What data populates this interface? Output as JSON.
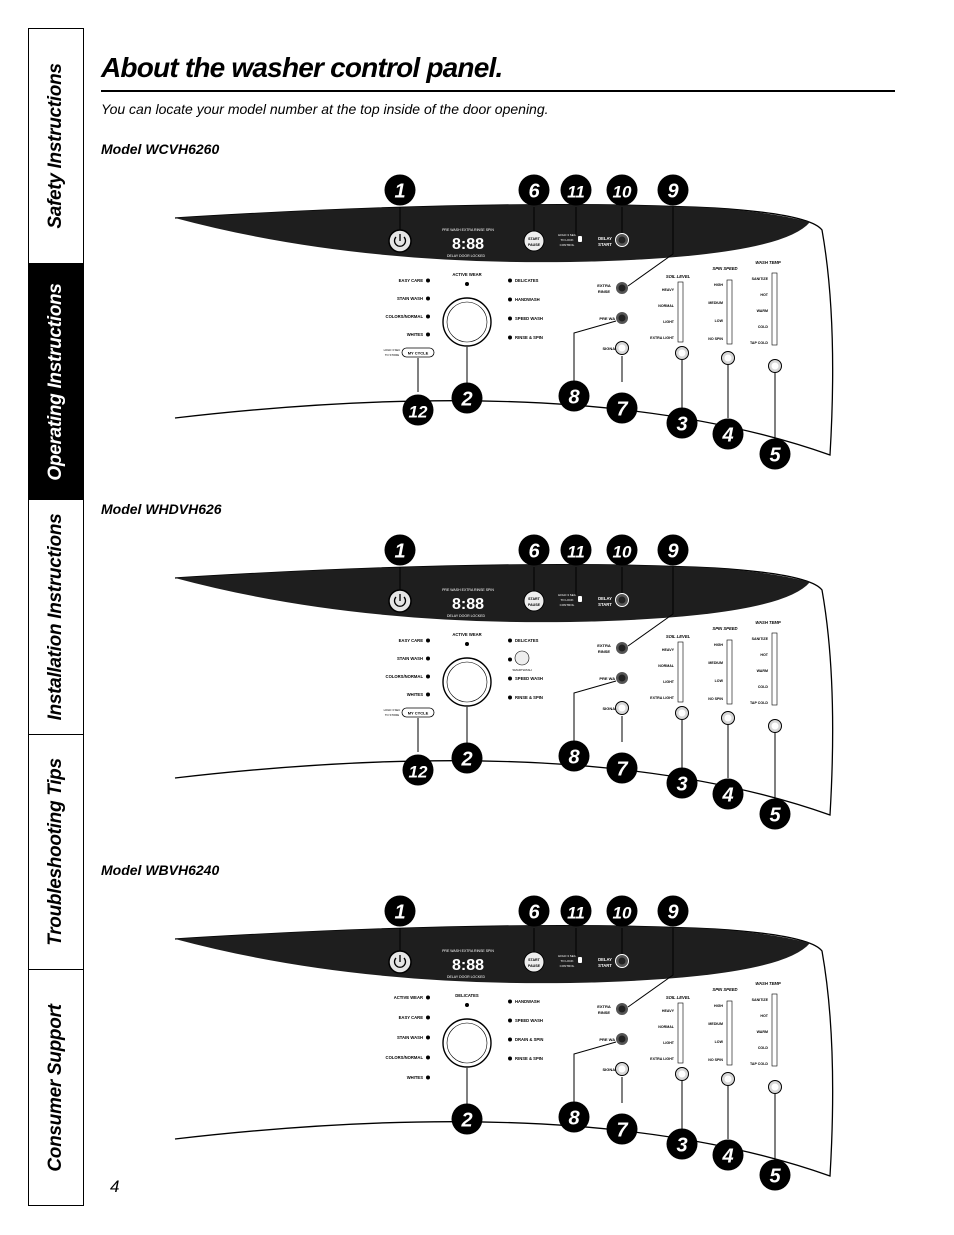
{
  "tabs": [
    {
      "label": "Safety Instructions",
      "active": false
    },
    {
      "label": "Operating Instructions",
      "active": true
    },
    {
      "label": "Installation Instructions",
      "active": false
    },
    {
      "label": "Troubleshooting Tips",
      "active": false
    },
    {
      "label": "Consumer Support",
      "active": false
    }
  ],
  "title": "About the washer control panel.",
  "intro": "You can locate your model number at the top inside of the door opening.",
  "page_number": "4",
  "display": {
    "digits": "8:88",
    "top_text": "PRE WASH EXTRA RINSE SPIN",
    "bottom_text": "DELAY DOOR LOCKED"
  },
  "controls": {
    "start": [
      "START",
      "PAUSE"
    ],
    "lock_hint": [
      "HOLD 3 SEC",
      "TO LOCK",
      "CONTROL"
    ],
    "delay": [
      "DELAY",
      "START"
    ],
    "extra_rinse": [
      "EXTRA",
      "RINSE"
    ],
    "pre_wash": "PRE WASH",
    "signal": "SIGNAL",
    "my_cycle": "MY CYCLE",
    "my_cycle_hint": [
      "HOLD 3 SEC",
      "TO STORE"
    ],
    "soil_level": {
      "title": "SOIL LEVEL",
      "levels": [
        "HEAVY",
        "NORMAL",
        "LIGHT",
        "EXTRA LIGHT"
      ]
    },
    "spin_speed": {
      "title": "SPIN SPEED",
      "levels": [
        "HIGH",
        "MEDIUM",
        "LOW",
        "NO SPIN"
      ]
    },
    "wash_temp": {
      "title": "WASH TEMP",
      "levels": [
        "SANITIZE",
        "HOT",
        "WARM",
        "COLD",
        "TAP COLD"
      ]
    },
    "logo_text": "SMARTWASH"
  },
  "callouts": {
    "c1": "1",
    "c2": "2",
    "c3": "3",
    "c4": "4",
    "c5": "5",
    "c6": "6",
    "c7": "7",
    "c8": "8",
    "c9": "9",
    "c10": "10",
    "c11": "11",
    "c12": "12"
  },
  "models": [
    {
      "name": "Model WCVH6260",
      "cycles_left": [
        "EASY CARE",
        "STAIN WASH",
        "COLORS/NORMAL",
        "WHITES"
      ],
      "cycles_top": [
        "ACTIVE WEAR"
      ],
      "cycles_right": [
        "DELICATES",
        "HANDWASH",
        "SPEED WASH",
        "RINSE & SPIN"
      ],
      "has_my_cycle": true,
      "has_logo": false
    },
    {
      "name": "Model WHDVH626",
      "cycles_left": [
        "EASY CARE",
        "STAIN WASH",
        "COLORS/NORMAL",
        "WHITES"
      ],
      "cycles_top": [
        "ACTIVE WEAR"
      ],
      "cycles_right": [
        "DELICATES",
        "",
        "SPEED WASH",
        "RINSE & SPIN"
      ],
      "has_my_cycle": true,
      "has_logo": true
    },
    {
      "name": "Model WBVH6240",
      "cycles_left": [
        "ACTIVE WEAR",
        "EASY CARE",
        "STAIN WASH",
        "COLORS/NORMAL",
        "WHITES"
      ],
      "cycles_top": [
        "DELICATES"
      ],
      "cycles_right": [
        "HANDWASH",
        "SPEED WASH",
        "DRAIN & SPIN",
        "RINSE & SPIN"
      ],
      "has_my_cycle": false,
      "has_logo": false
    }
  ]
}
